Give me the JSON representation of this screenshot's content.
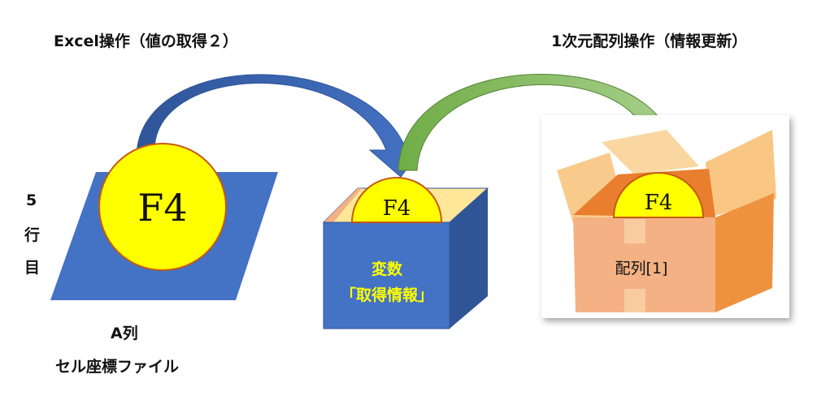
{
  "left_title": "Excel操作（値の取得２）",
  "right_title": "1次元配列操作（情報更新）",
  "row_label": [
    "5",
    "行",
    "目"
  ],
  "column_label": "A列",
  "file_label": "セル座標ファイル",
  "cell_value": "F4",
  "variable_label_1": "変数",
  "variable_label_2": "「取得情報」",
  "array_label": "配列[1]",
  "colors": {
    "blue": "#4472C4",
    "blue_dark": "#2F5597",
    "yellow": "#FFFF00",
    "circle_border": "#C55A11",
    "green": "#70AD47",
    "orange": "#F4B183",
    "variable_text": "#FFFF00"
  }
}
